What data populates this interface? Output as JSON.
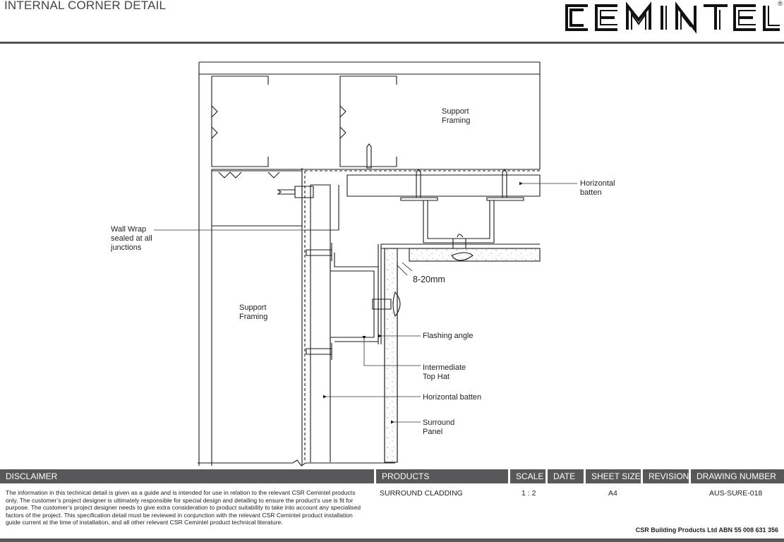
{
  "header": {
    "title": "INTERNAL CORNER DETAIL",
    "brand": "CEMINTEL",
    "brand_mark": "®"
  },
  "labels": {
    "support_framing_top": "Support\nFraming",
    "support_framing_left": "Support\nFraming",
    "horizontal_batten_right": "Horizontal\nbatten",
    "wall_wrap": "Wall Wrap\nsealed at all\njunctions",
    "gap": "8-20mm",
    "flashing_angle": "Flashing angle",
    "intermediate_top_hat": "Intermediate\nTop Hat",
    "horizontal_batten": "Horizontal batten",
    "surround_panel": "Surround\nPanel"
  },
  "footer": {
    "headers": {
      "disclaimer": "DISCLAIMER",
      "products": "PRODUCTS",
      "scale": "SCALE",
      "date": "DATE",
      "sheet_size": "SHEET SIZE",
      "revision": "REVISION",
      "drawing_number": "DRAWING NUMBER"
    },
    "values": {
      "products": "SURROUND CLADDING",
      "scale": "1 : 2",
      "date": "",
      "sheet_size": "A4",
      "revision": "",
      "drawing_number": "AUS-SURE-018"
    },
    "disclaimer_text": "The information in this technical detail is given as a guide and is intended for use in relation to the relevant CSR Cemintel products only. The customer’s project designer is ultimately responsible for special design and detailing to ensure the product’s use is fit for purpose. The customer’s project designer needs to give extra consideration to product suitability to take into account any specialised factors of the project. This specification detail must be reviewed in conjunction with the relevant CSR Cemintel product installation guide current at the time of installation, and all other relevant CSR Cemintel product technical literature.",
    "abn": "CSR Building Products Ltd ABN  55 008 631 356"
  },
  "colors": {
    "bar": "#58585a",
    "line": "#1a1a1a",
    "rule": "#555555"
  }
}
